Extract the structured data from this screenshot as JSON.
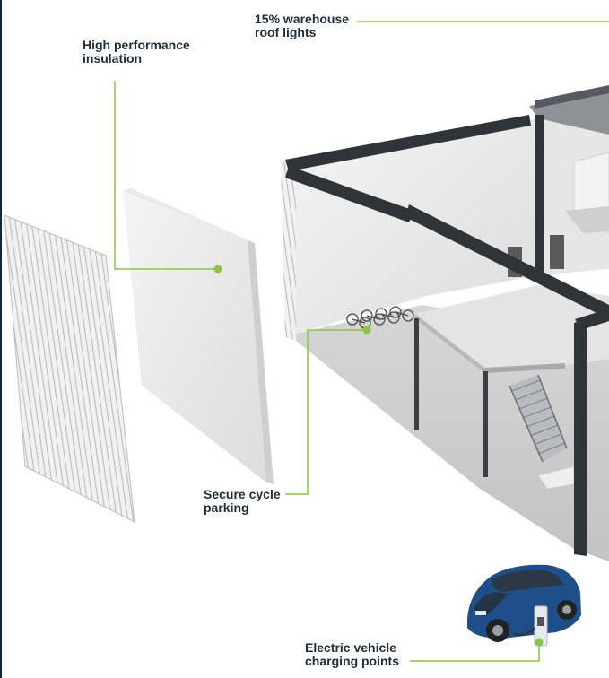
{
  "callouts": {
    "roof_lights": {
      "line1": "15% warehouse",
      "line2": "roof lights"
    },
    "insulation": {
      "line1": "High performance",
      "line2": "insulation"
    },
    "cycle_parking": {
      "line1": "Secure cycle",
      "line2": "parking"
    },
    "ev_charging": {
      "line1": "Electric vehicle",
      "line2": "charging points"
    }
  },
  "colors": {
    "accent": "#8cc63f",
    "text": "#1d2d3b",
    "frame": "#2f3439",
    "car": "#1f4f8a"
  }
}
